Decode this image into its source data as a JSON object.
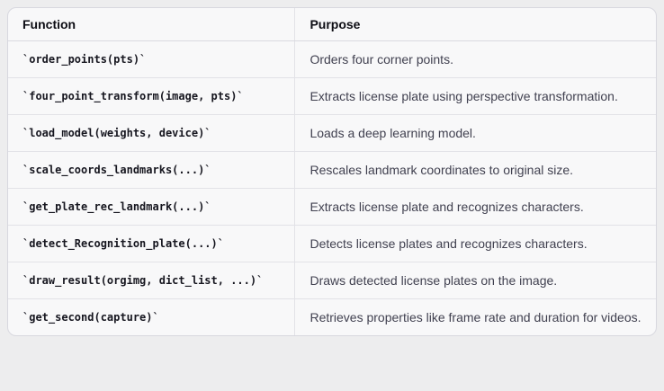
{
  "table": {
    "headers": [
      "Function",
      "Purpose"
    ],
    "rows": [
      {
        "function": "`order_points(pts)`",
        "purpose": "Orders four corner points."
      },
      {
        "function": "`four_point_transform(image, pts)`",
        "purpose": "Extracts license plate using perspective transformation."
      },
      {
        "function": "`load_model(weights, device)`",
        "purpose": "Loads a deep learning model."
      },
      {
        "function": "`scale_coords_landmarks(...)`",
        "purpose": "Rescales landmark coordinates to original size."
      },
      {
        "function": "`get_plate_rec_landmark(...)`",
        "purpose": "Extracts license plate and recognizes characters."
      },
      {
        "function": "`detect_Recognition_plate(...)`",
        "purpose": "Detects license plates and recognizes characters."
      },
      {
        "function": "`draw_result(orgimg, dict_list, ...)`",
        "purpose": "Draws detected license plates on the image."
      },
      {
        "function": "`get_second(capture)`",
        "purpose": "Retrieves properties like frame rate and duration for videos."
      }
    ]
  },
  "colors": {
    "page_background": "#ededee",
    "card_background": "#f8f8f9",
    "card_border": "#d8d8df",
    "row_divider": "#e2e2e7",
    "header_text": "#0d0d14",
    "code_text": "#16161f",
    "purpose_text": "#414150"
  }
}
